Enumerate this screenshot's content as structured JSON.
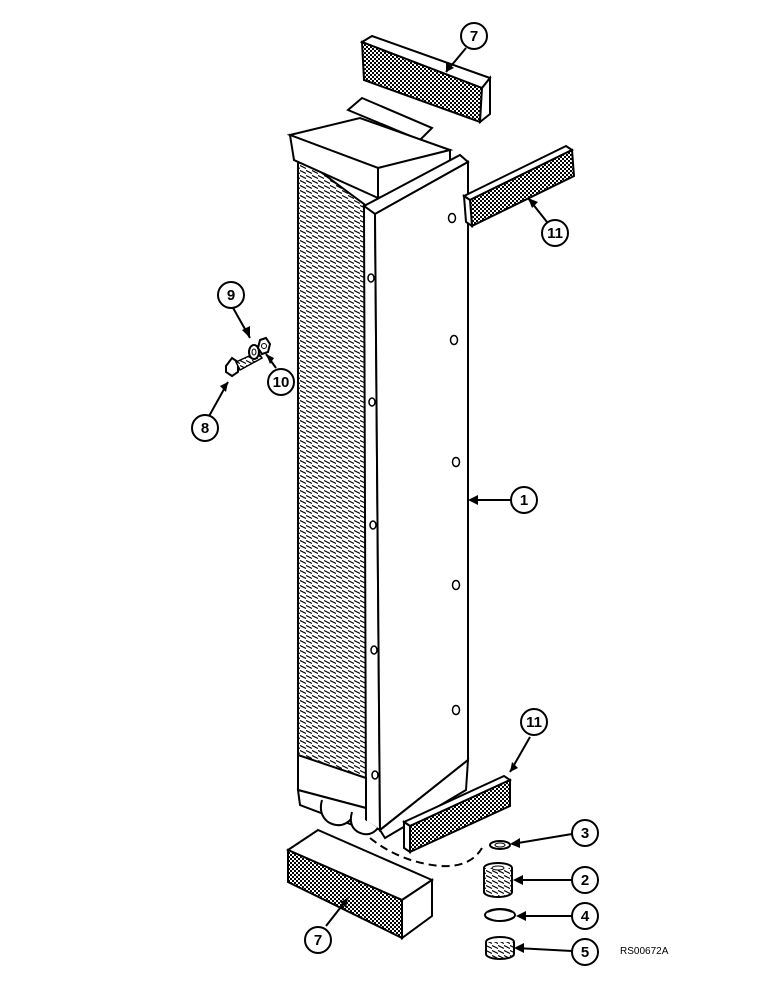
{
  "callouts": {
    "c7_top": "7",
    "c11_top": "11",
    "c9": "9",
    "c10": "10",
    "c8": "8",
    "c1": "1",
    "c11_bottom": "11",
    "c3": "3",
    "c2": "2",
    "c4": "4",
    "c5": "5",
    "c7_bottom": "7"
  },
  "reference_code": "RS00672A",
  "colors": {
    "ink": "#000000",
    "paper": "#ffffff",
    "fill_dark": "#555555"
  }
}
